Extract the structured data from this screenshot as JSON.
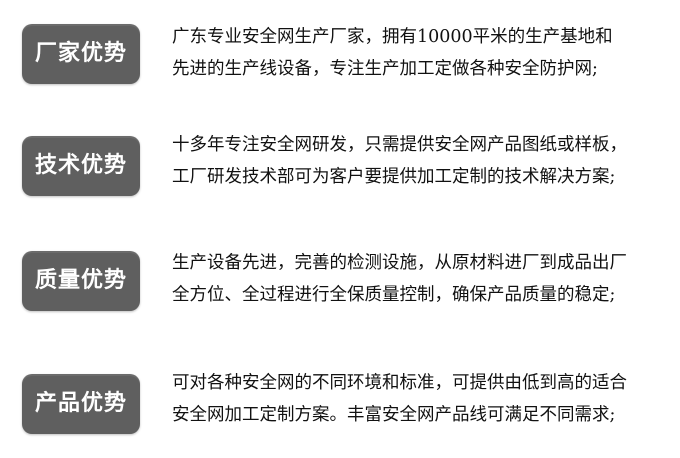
{
  "sections": [
    {
      "label": "厂家优势",
      "lines": [
        "广东专业安全网生产厂家，拥有10000平米的生产基地和",
        "先进的生产线设备，专注生产加工定做各种安全防护网;"
      ]
    },
    {
      "label": "技术优势",
      "lines": [
        "十多年专注安全网研发，只需提供安全网产品图纸或样板，",
        "工厂研发技术部可为客户要提供加工定制的技术解决方案;"
      ]
    },
    {
      "label": "质量优势",
      "lines": [
        "生产设备先进，完善的检测设施，从原材料进厂到成品出厂",
        "全方位、全过程进行全保质量控制，确保产品质量的稳定;"
      ]
    },
    {
      "label": "产品优势",
      "lines": [
        "可对各种安全网的不同环境和标准，可提供由低到高的适合",
        "安全网加工定制方案。丰富安全网产品线可满足不同需求;"
      ]
    }
  ]
}
